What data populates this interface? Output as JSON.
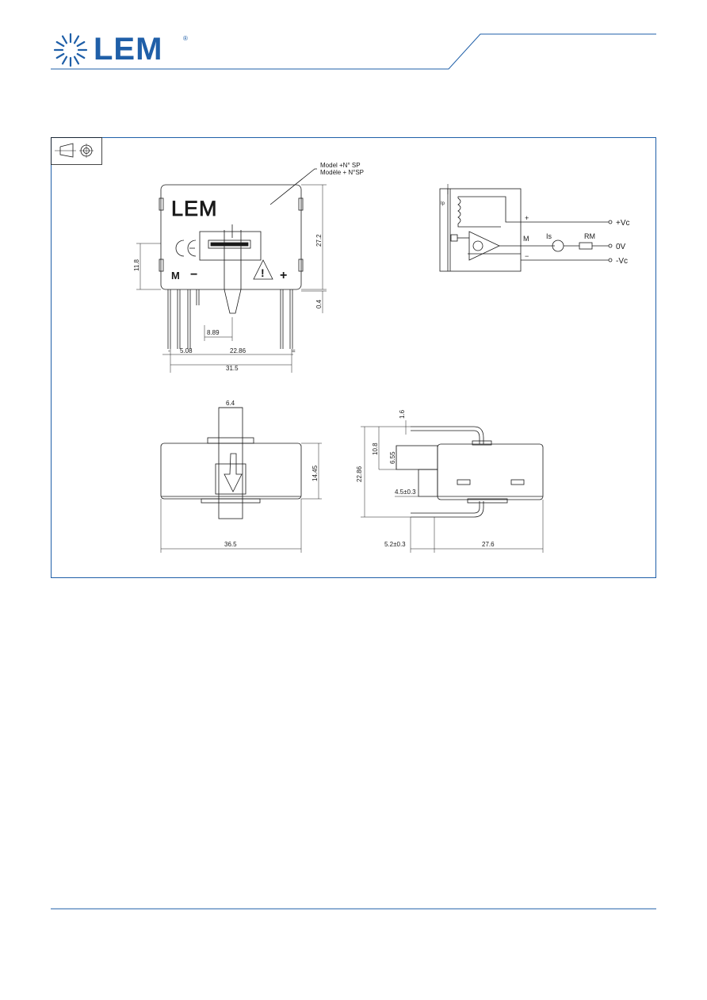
{
  "logo": {
    "text": "LEM",
    "registered": "®",
    "color": "#1f5fa8"
  },
  "accent_color": "#1f5fa8",
  "drawing": {
    "front_view": {
      "model_label_1": "Model +N° SP",
      "model_label_2": "Modèle + N°SP",
      "body_logo": "LEM",
      "ce_mark": "CE",
      "pin_label_m": "M",
      "pin_label_minus": "−",
      "pin_label_plus": "+",
      "dim_height": "27.2",
      "dim_11_8": "11.8",
      "dim_0_4": "0.4",
      "dim_8_89": "8.89",
      "dim_5_08": "5.08",
      "dim_22_86": "22.86",
      "dim_31_5": "31.5",
      "pin_mark_left": "-",
      "pin_mark_right": "="
    },
    "schematic": {
      "ip": "Ip",
      "plus_vc": "+Vc",
      "zero_v": "0V",
      "minus_vc": "-Vc",
      "m": "M",
      "plus": "+",
      "minus": "−",
      "is": "Is",
      "rm": "RM"
    },
    "top_view": {
      "dim_6_4": "6.4",
      "dim_14_45": "14.45",
      "dim_36_5": "36.5"
    },
    "side_view": {
      "dim_1_6": "1.6",
      "dim_10_8": "10.8",
      "dim_6_55": "6.55",
      "dim_22_86": "22.86",
      "dim_4_5": "4.5±0.3",
      "dim_5_2": "5.2±0.3",
      "dim_27_6": "27.6"
    }
  }
}
